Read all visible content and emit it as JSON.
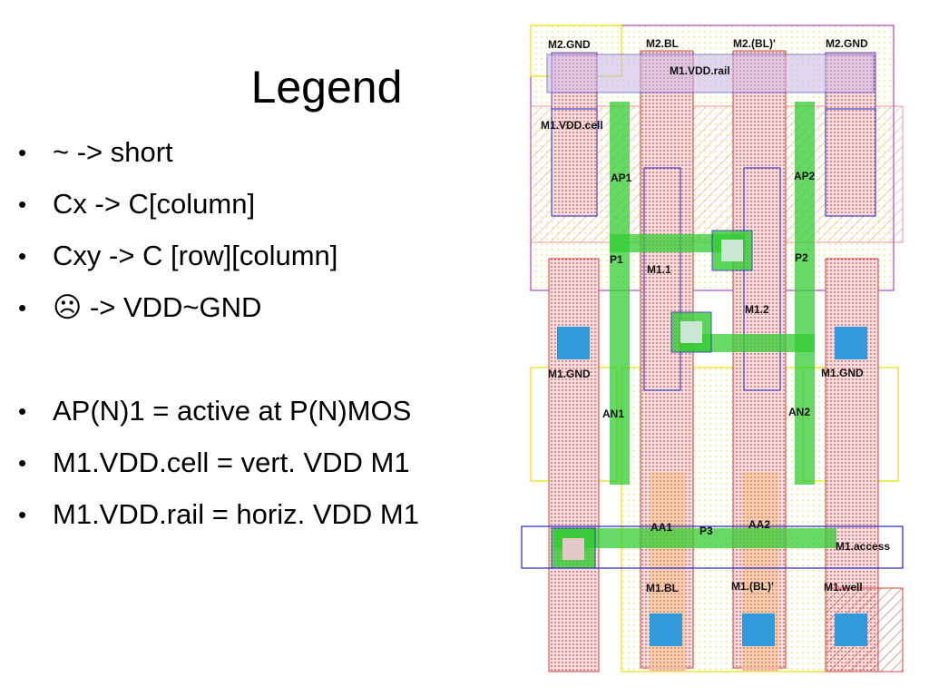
{
  "slide": {
    "title": "Legend",
    "bullets": [
      {
        "marker": "•",
        "text": "~  -> short"
      },
      {
        "marker": "•",
        "text": "Cx -> C[column]"
      },
      {
        "marker": "•",
        "text": "Cxy -> C [row][column]"
      },
      {
        "marker": "•",
        "text": "☹ -> VDD~GND"
      },
      {
        "marker": "•",
        "text": "AP(N)1 = active at P(N)MOS"
      },
      {
        "marker": "•",
        "text": "M1.VDD.cell = vert. VDD M1"
      },
      {
        "marker": "•",
        "text": "M1.VDD.rail = horiz. VDD M1"
      }
    ]
  },
  "layout_labels": {
    "m2_gnd_left": "M2.GND",
    "m2_bl": "M2.BL",
    "m2_bl_bar": "M2.(BL)'",
    "m2_gnd_right": "M2.GND",
    "m1_vdd_rail": "M1.VDD.rail",
    "m1_vdd_cell": "M1.VDD.cell",
    "ap1": "AP1",
    "ap2": "AP2",
    "p1": "P1",
    "m1_1": "M1.1",
    "p2": "P2",
    "m1_2": "M1.2",
    "m1_gnd_left": "M1.GND",
    "m1_gnd_right": "M1.GND",
    "an1": "AN1",
    "an2": "AN2",
    "aa1": "AA1",
    "p3": "P3",
    "aa2": "AA2",
    "m1_access": "M1.access",
    "m1_bl": "M1.BL",
    "m1_bl_bar": "M1.(BL)'",
    "m1_well": "M1.well"
  },
  "colors": {
    "metal1": "#cc3333",
    "metal2": "#6a3fa0",
    "poly": "#33cc33",
    "contact": "#3399dd",
    "outline_blue": "#2222cc",
    "outline_yellow": "#e8e000",
    "outline_purple": "#a020c0"
  }
}
